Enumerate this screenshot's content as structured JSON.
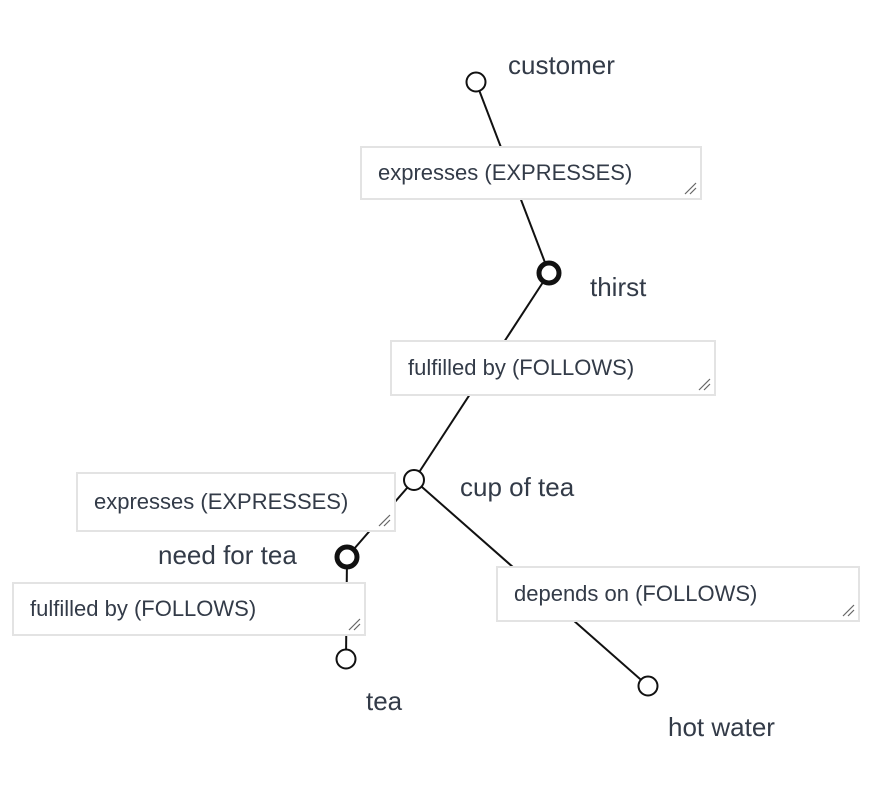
{
  "nodes": {
    "customer": "customer",
    "thirst": "thirst",
    "cup_of_tea": "cup of tea",
    "need_for_tea": "need for tea",
    "tea": "tea",
    "hot_water": "hot water"
  },
  "edges": {
    "customer_thirst": "expresses (EXPRESSES)",
    "thirst_cup": "fulfilled by (FOLLOWS)",
    "cup_need": "expresses (EXPRESSES)",
    "need_tea": "fulfilled by (FOLLOWS)",
    "cup_water": "depends on (FOLLOWS)"
  },
  "icons": {
    "resize": "resize-grip-icon"
  },
  "colors": {
    "line": "#111111",
    "text": "#333b48",
    "box_border": "#e3e3e3"
  }
}
